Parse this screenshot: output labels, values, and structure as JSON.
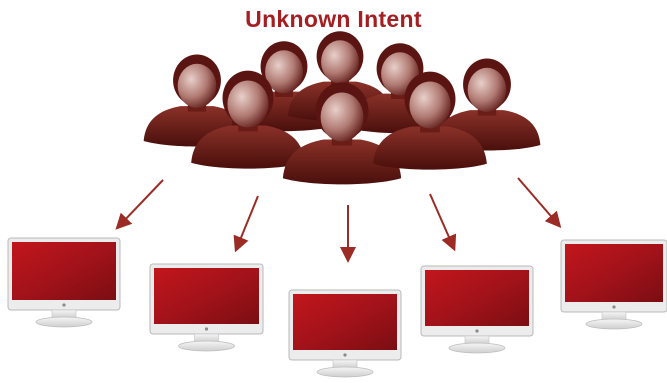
{
  "title": "Unknown Intent",
  "colors": {
    "title": "#a41e22",
    "person_dark": "#5a1512",
    "person_mid": "#7c2620",
    "head_light": "#c9a39c",
    "arrow": "#9b2b24",
    "screen": "#b3151b",
    "monitor_frame": "#f2f2f2"
  },
  "icons": {
    "group": "people-group-icon",
    "monitor": "computer-monitor-icon",
    "arrow": "down-arrow-icon"
  },
  "counts": {
    "people": 8,
    "monitors": 5,
    "arrows": 5
  }
}
